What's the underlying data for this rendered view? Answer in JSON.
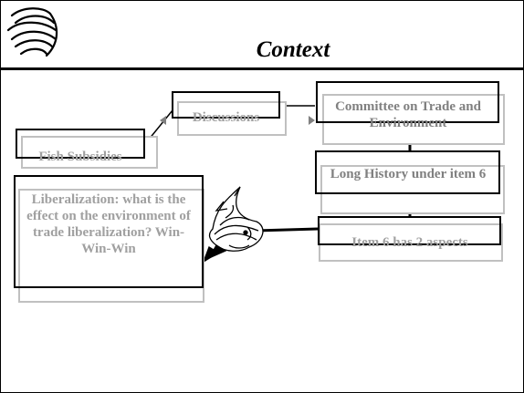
{
  "slide": {
    "title": "Context"
  },
  "nodes": {
    "fish_subsidies": "Fish Subsidies",
    "discussions": "Discussions",
    "committee": "Committee on Trade and Environment",
    "long_history": "Long History under item 6",
    "item6": "Item 6 has 2 aspects",
    "liberalization": "Liberalization: what is the effect on the environment of trade liberalization? Win-Win-Win"
  },
  "icons": {
    "logo": "wto-logo-icon",
    "fish": "fish-icon"
  },
  "colors": {
    "box_border": "#000000",
    "shadow_border": "#c0c0c0",
    "label_text": "#a0a0a0",
    "arrow_head": "#808080"
  }
}
